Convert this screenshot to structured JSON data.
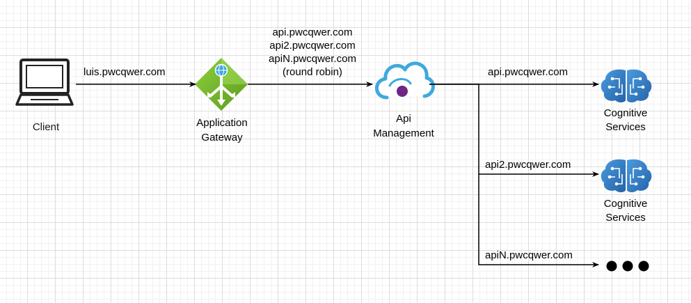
{
  "nodes": {
    "client": {
      "label": "Client",
      "icon": "laptop-icon"
    },
    "gateway": {
      "label_line1": "Application",
      "label_line2": "Gateway",
      "icon": "application-gateway-icon",
      "color": "#7cb82f"
    },
    "apim": {
      "label_line1": "Api",
      "label_line2": "Management",
      "icon": "api-management-icon",
      "color": "#3fa9dc",
      "accent": "#6e2585"
    },
    "cognitive1": {
      "label_line1": "Cognitive",
      "label_line2": "Services",
      "icon": "brain-circuit-icon",
      "color": "#3a7cc4"
    },
    "cognitive2": {
      "label_line1": "Cognitive",
      "label_line2": "Services",
      "icon": "brain-circuit-icon",
      "color": "#3a7cc4"
    },
    "more": {
      "icon": "ellipsis-icon"
    }
  },
  "edges": {
    "client_to_gateway": "luis.pwcqwer.com",
    "gateway_to_apim": [
      "api.pwcqwer.com",
      "api2.pwcqwer.com",
      "apiN.pwcqwer.com",
      "(round robin)"
    ],
    "apim_to_cog1": "api.pwcqwer.com",
    "apim_to_cog2": "api2.pwcqwer.com",
    "apim_to_more": "apiN.pwcqwer.com"
  },
  "colors": {
    "line": "#000000",
    "grid": "#dcdcdc"
  }
}
